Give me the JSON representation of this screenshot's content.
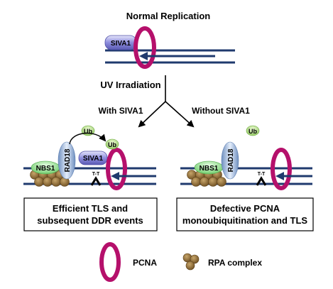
{
  "title": "Normal Replication",
  "step": "UV Irradiation",
  "branch_left": "With SIVA1",
  "branch_right": "Without SIVA1",
  "labels": {
    "siva1": "SIVA1",
    "rad18": "RAD18",
    "nbs1": "NBS1",
    "ub": "Ub",
    "tt": "T-T"
  },
  "outcome_left": [
    "Efficient TLS and",
    "subsequent DDR events"
  ],
  "outcome_right": [
    "Defective PCNA",
    "monoubiquitination and TLS"
  ],
  "legend": {
    "pcna": "PCNA",
    "rpa": "RPA complex"
  },
  "colors": {
    "pcna": "#b5106b",
    "dna": "#1f3a6e",
    "ub": "#a8d57a",
    "nbs1": "#8fdc8a",
    "siva1": "#8c8cd8",
    "rad18": "#9ab6d8",
    "rpa": "#8a6a3a"
  }
}
